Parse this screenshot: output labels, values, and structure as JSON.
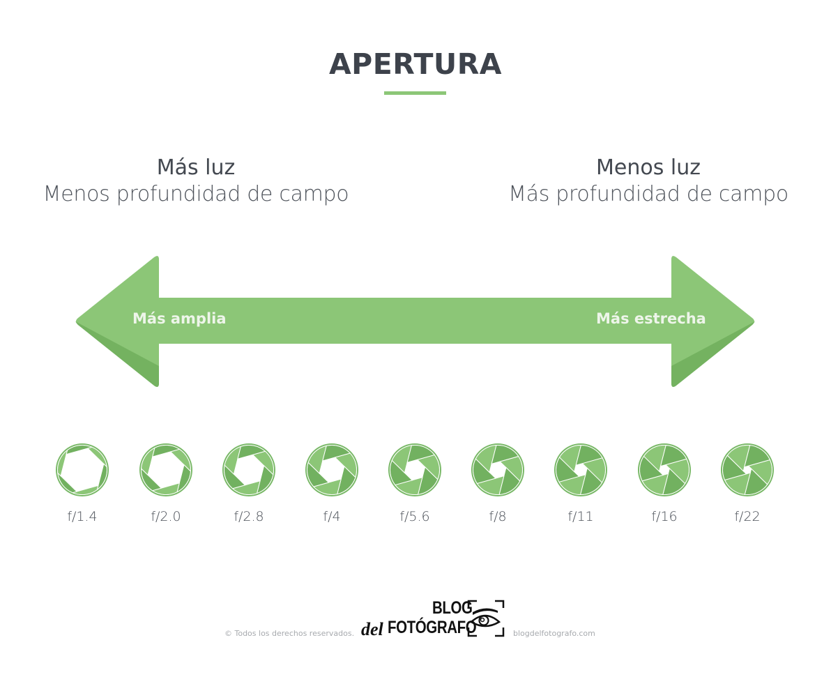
{
  "header": {
    "title": "APERTURA",
    "underline_color": "#8cc677"
  },
  "left_side": {
    "heading": "Más luz",
    "subheading": "Menos profundidad de campo"
  },
  "right_side": {
    "heading": "Menos luz",
    "subheading": "Más profundidad de campo"
  },
  "arrow": {
    "left_label": "Más amplia",
    "right_label": "Más estrecha",
    "color": "#8cc677",
    "shadow_color": "#74b260",
    "label_color": "#eef5ea"
  },
  "f_stops": [
    {
      "label": "f/1.4",
      "opening": 1.0
    },
    {
      "label": "f/2.0",
      "opening": 0.82
    },
    {
      "label": "f/2.8",
      "opening": 0.66
    },
    {
      "label": "f/4",
      "opening": 0.52
    },
    {
      "label": "f/5.6",
      "opening": 0.4
    },
    {
      "label": "f/8",
      "opening": 0.3
    },
    {
      "label": "f/11",
      "opening": 0.2
    },
    {
      "label": "f/16",
      "opening": 0.13
    },
    {
      "label": "f/22",
      "opening": 0.07
    }
  ],
  "icon_colors": {
    "blade_light": "#8cc677",
    "blade_dark": "#72b160",
    "ring": "#78b866"
  },
  "footer": {
    "copyright": "© Todos los derechos reservados.",
    "logo_line1": "BLOG",
    "logo_del": "del",
    "logo_line2": "FOTÓGRAFO",
    "website": "blogdelfotografo.com"
  }
}
